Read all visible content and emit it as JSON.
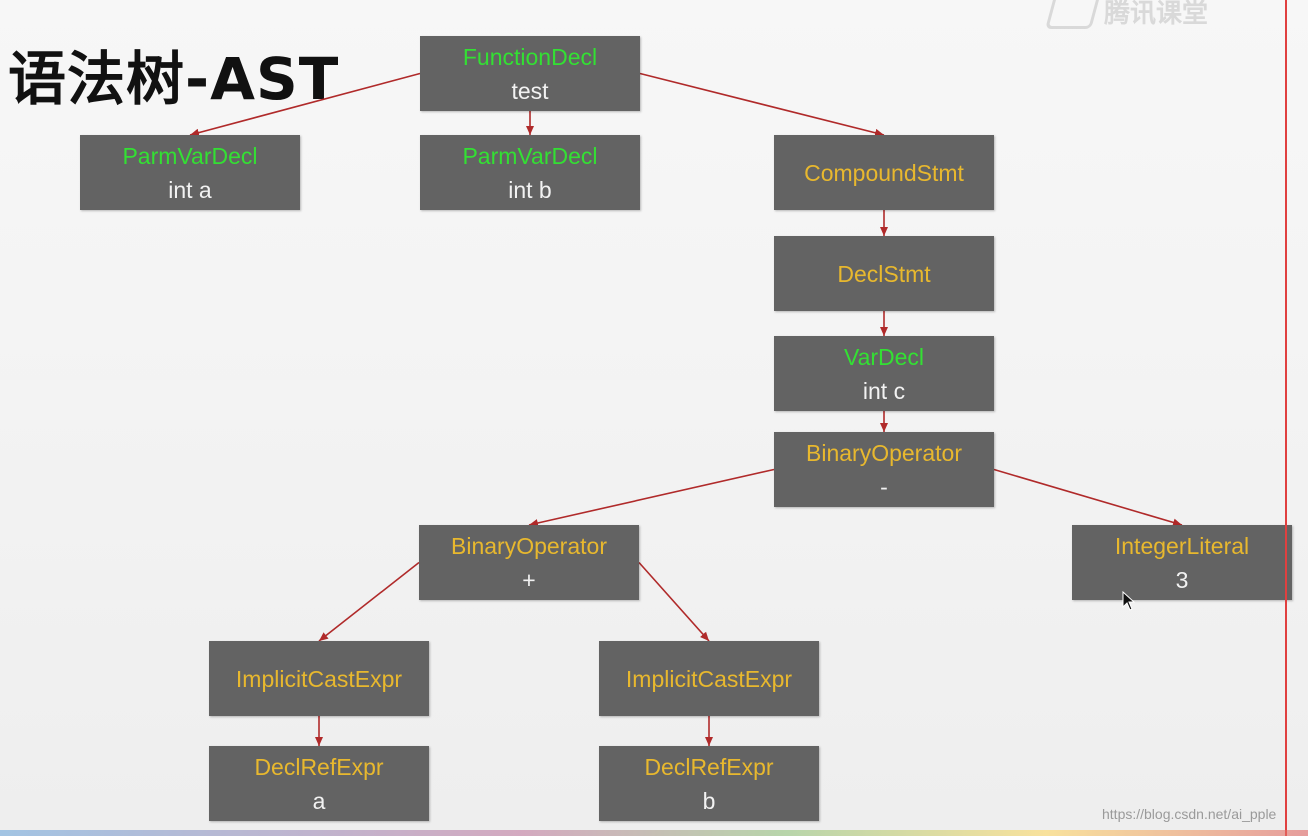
{
  "title": "语法树-AST",
  "watermark": "腾讯课堂",
  "credit": "https://blog.csdn.net/ai_pple",
  "colors": {
    "node_bg": "#636363",
    "decl_kind": "#33e033",
    "stmt_kind": "#e8b82e",
    "value_text": "#f2f2f2",
    "edge": "#b02a2a"
  },
  "nodes": {
    "function_decl": {
      "kind": "FunctionDecl",
      "value": "test"
    },
    "parm_a": {
      "kind": "ParmVarDecl",
      "value": "int a"
    },
    "parm_b": {
      "kind": "ParmVarDecl",
      "value": "int b"
    },
    "compound_stmt": {
      "kind": "CompoundStmt",
      "value": ""
    },
    "decl_stmt": {
      "kind": "DeclStmt",
      "value": ""
    },
    "var_decl": {
      "kind": "VarDecl",
      "value": "int c"
    },
    "binop_minus": {
      "kind": "BinaryOperator",
      "value": "-"
    },
    "binop_plus": {
      "kind": "BinaryOperator",
      "value": "+"
    },
    "int_literal": {
      "kind": "IntegerLiteral",
      "value": "3"
    },
    "cast_a": {
      "kind": "ImplicitCastExpr",
      "value": ""
    },
    "cast_b": {
      "kind": "ImplicitCastExpr",
      "value": ""
    },
    "ref_a": {
      "kind": "DeclRefExpr",
      "value": "a"
    },
    "ref_b": {
      "kind": "DeclRefExpr",
      "value": "b"
    }
  },
  "edges": [
    {
      "from": "function_decl",
      "to": "parm_a"
    },
    {
      "from": "function_decl",
      "to": "parm_b"
    },
    {
      "from": "function_decl",
      "to": "compound_stmt"
    },
    {
      "from": "compound_stmt",
      "to": "decl_stmt"
    },
    {
      "from": "decl_stmt",
      "to": "var_decl"
    },
    {
      "from": "var_decl",
      "to": "binop_minus"
    },
    {
      "from": "binop_minus",
      "to": "binop_plus"
    },
    {
      "from": "binop_minus",
      "to": "int_literal"
    },
    {
      "from": "binop_plus",
      "to": "cast_a"
    },
    {
      "from": "binop_plus",
      "to": "cast_b"
    },
    {
      "from": "cast_a",
      "to": "ref_a"
    },
    {
      "from": "cast_b",
      "to": "ref_b"
    }
  ]
}
